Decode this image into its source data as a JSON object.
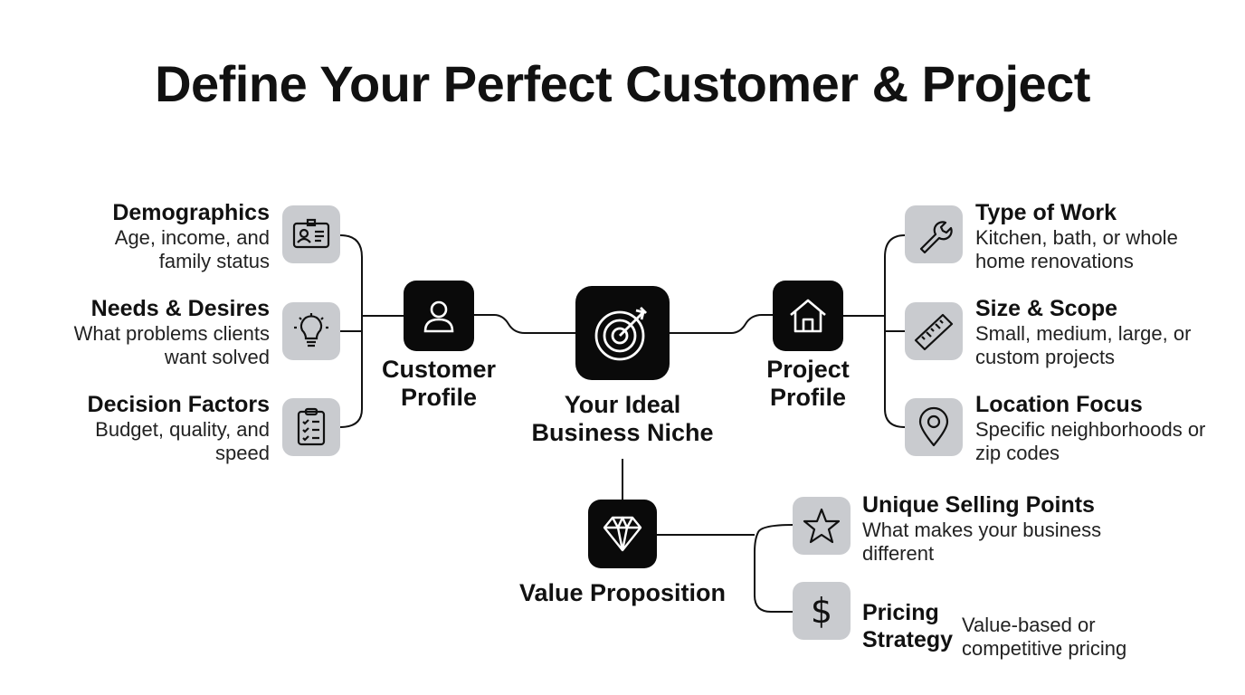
{
  "title": "Define Your Perfect Customer & Project",
  "center": {
    "label": "Your Ideal Business Niche",
    "icon": "target-icon"
  },
  "customer_profile": {
    "label": "Customer Profile",
    "icon": "person-icon",
    "items": [
      {
        "heading": "Demographics",
        "desc": "Age, income, and family status",
        "icon": "id-card-icon"
      },
      {
        "heading": "Needs & Desires",
        "desc": "What problems clients want solved",
        "icon": "lightbulb-icon"
      },
      {
        "heading": "Decision Factors",
        "desc": "Budget, quality, and speed",
        "icon": "checklist-icon"
      }
    ]
  },
  "project_profile": {
    "label": "Project Profile",
    "icon": "house-icon",
    "items": [
      {
        "heading": "Type of Work",
        "desc": "Kitchen, bath, or whole home renovations",
        "icon": "wrench-icon"
      },
      {
        "heading": "Size & Scope",
        "desc": "Small, medium, large, or custom projects",
        "icon": "ruler-icon"
      },
      {
        "heading": "Location Focus",
        "desc": "Specific neighborhoods or zip codes",
        "icon": "location-pin-icon"
      }
    ]
  },
  "value_proposition": {
    "label": "Value Proposition",
    "icon": "diamond-icon",
    "items": [
      {
        "heading": "Unique Selling Points",
        "desc": "What makes your business different",
        "icon": "star-icon"
      },
      {
        "heading": "Pricing Strategy",
        "desc": "Value-based or competitive pricing",
        "icon": "dollar-icon"
      }
    ]
  },
  "colors": {
    "hub": "#0a0a0a",
    "tile": "#c9cbcf",
    "line": "#111111"
  }
}
